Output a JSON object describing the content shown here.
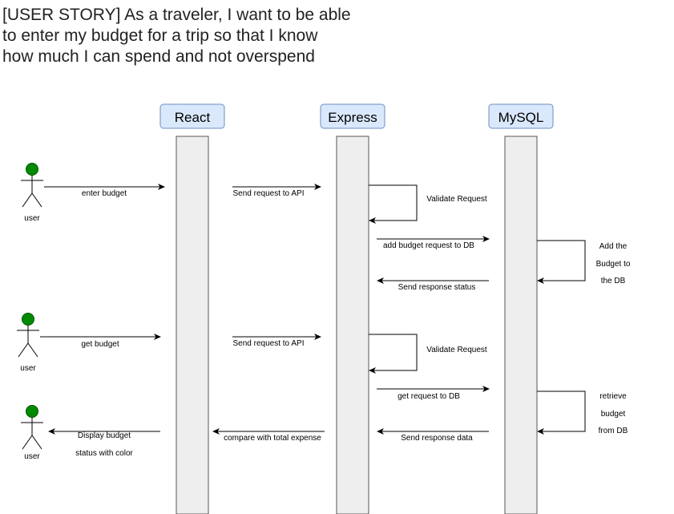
{
  "title_lines": [
    "[USER STORY] As a traveler, I want to be able",
    "to enter my budget for a trip so that I know",
    "how much I can spend and not overspend"
  ],
  "participants": {
    "react": "React",
    "express": "Express",
    "mysql": "MySQL"
  },
  "actors": [
    "user",
    "user",
    "user"
  ],
  "messages": {
    "enter_budget": "enter budget",
    "send_request_1": "Send request to API",
    "validate_1": "Validate Request",
    "add_budget_request": "add budget request to DB",
    "add_budget_note": [
      "Add the",
      "Budget to",
      "the DB"
    ],
    "send_response_status": "Send response status",
    "get_budget": "get budget",
    "send_request_2": "Send request to API",
    "validate_2": "Validate Request",
    "get_request": "get request to DB",
    "retrieve_note": [
      "retrieve",
      "budget",
      "from DB"
    ],
    "send_response_data": "Send response data",
    "compare": "compare with total expense",
    "display_budget": [
      "Display budget",
      "status with color"
    ]
  },
  "colors": {
    "participant_fill": "#dae8fc",
    "participant_stroke": "#6c8ebf",
    "lifeline_fill": "#eeeeee",
    "actor_head": "#008a00"
  }
}
